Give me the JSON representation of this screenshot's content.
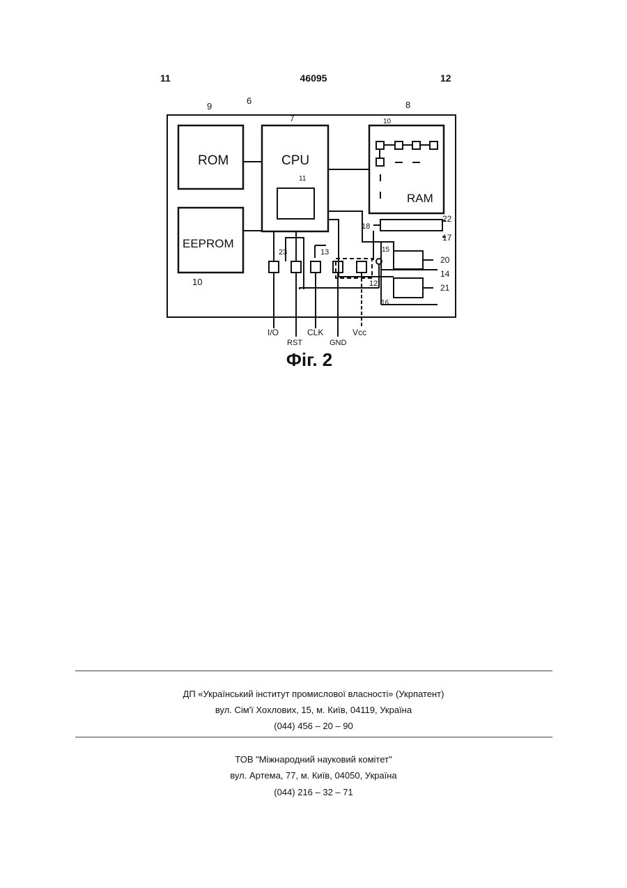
{
  "header": {
    "left_page": "11",
    "patent_number": "46095",
    "right_page": "12"
  },
  "figure": {
    "blocks": {
      "rom": "ROM",
      "cpu": "CPU",
      "ram": "RAM",
      "eeprom": "EEPROM"
    },
    "numbers": {
      "n6": "6",
      "n7": "7",
      "n8": "8",
      "n9": "9",
      "n10a": "10",
      "n10b": "10",
      "n11": "11",
      "n12": "12",
      "n13": "13",
      "n14": "14",
      "n15": "15",
      "n16": "16",
      "n17": "17",
      "n18": "18",
      "n20": "20",
      "n21": "21",
      "n22": "22",
      "n23": "23"
    },
    "pins": {
      "io": "I/O",
      "rst": "RST",
      "clk": "CLK",
      "gnd": "GND",
      "vcc": "Vcc"
    },
    "caption": "Фіг. 2"
  },
  "footer": {
    "org1": {
      "name": "ДП «Український інститут промислової власності» (Укрпатент)",
      "address": "вул. Сім'ї Хохлових, 15, м. Київ, 04119, Україна",
      "phone": "(044) 456 – 20 – 90"
    },
    "org2": {
      "name": "ТОВ \"Міжнародний науковий комітет\"",
      "address": "вул. Артема, 77, м. Київ, 04050, Україна",
      "phone": "(044) 216 – 32 – 71"
    }
  }
}
